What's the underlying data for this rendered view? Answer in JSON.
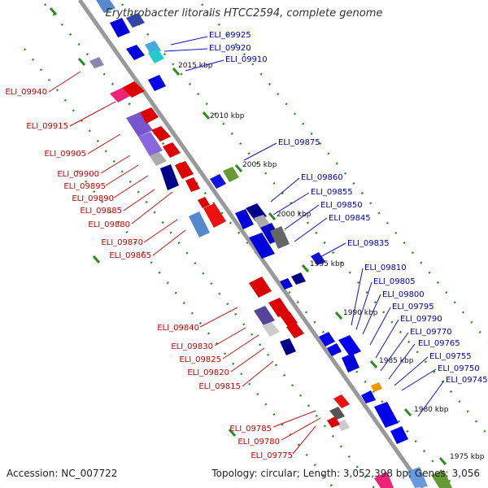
{
  "title": "Erythrobacter litoralis HTCC2594, complete genome",
  "footer": {
    "accession": "Accession: NC_007722",
    "topology": "Topology: circular; Length: 3,052,398 bp; Genes: 3,056"
  },
  "scale_ticks": [
    "2015 kbp",
    "2010 kbp",
    "2005 kbp",
    "2000 kbp",
    "1995 kbp",
    "1990 kbp",
    "1985 kbp",
    "1980 kbp",
    "1975 kbp"
  ],
  "gene_labels_plus": [
    "ELI_09925",
    "ELI_09920",
    "ELI_09910",
    "ELI_09875",
    "ELI_09860",
    "ELI_09855",
    "ELI_09850",
    "ELI_09845",
    "ELI_09835",
    "ELI_09810",
    "ELI_09805",
    "ELI_09800",
    "ELI_09795",
    "ELI_09790",
    "ELI_09770",
    "ELI_09765",
    "ELI_09755",
    "ELI_09750",
    "ELI_09745"
  ],
  "gene_labels_minus": [
    "ELI_09940",
    "ELI_09915",
    "ELI_09905",
    "ELI_09900",
    "ELI_09895",
    "ELI_09890",
    "ELI_09885",
    "ELI_09880",
    "ELI_09870",
    "ELI_09865",
    "ELI_09840",
    "ELI_09830",
    "ELI_09825",
    "ELI_09820",
    "ELI_09815",
    "ELI_09785",
    "ELI_09780",
    "ELI_09775"
  ],
  "colors": {
    "plus_strand": "#0000cc",
    "minus_strand": "#cc0000",
    "backbone": "#888888",
    "dots": "#228B22"
  }
}
